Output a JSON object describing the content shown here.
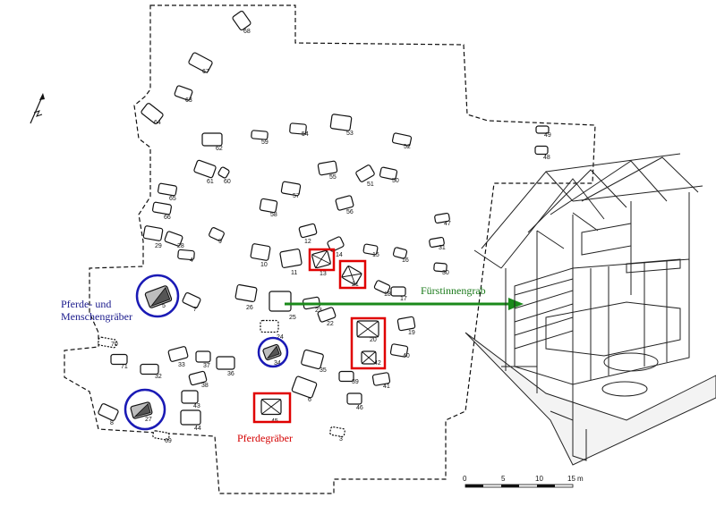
{
  "labels": {
    "horse_human": [
      "Pferde- und",
      "Menschengräber"
    ],
    "horse": "Pferdegräber",
    "princess": "Fürstinnengrab"
  },
  "scale": {
    "ticks": [
      "0",
      "5",
      "10",
      "15"
    ],
    "unit": "m"
  },
  "colors": {
    "blue": "#1a1a8c",
    "red": "#d40000",
    "green": "#1a7a1a"
  },
  "graves": [
    {
      "n": "68"
    },
    {
      "n": "67"
    },
    {
      "n": "63"
    },
    {
      "n": "64"
    },
    {
      "n": "62"
    },
    {
      "n": "59"
    },
    {
      "n": "54"
    },
    {
      "n": "53"
    },
    {
      "n": "52"
    },
    {
      "n": "49"
    },
    {
      "n": "48"
    },
    {
      "n": "61"
    },
    {
      "n": "60"
    },
    {
      "n": "55"
    },
    {
      "n": "51"
    },
    {
      "n": "50"
    },
    {
      "n": "65"
    },
    {
      "n": "57"
    },
    {
      "n": "56"
    },
    {
      "n": "58"
    },
    {
      "n": "66"
    },
    {
      "n": "47"
    },
    {
      "n": "29"
    },
    {
      "n": "28"
    },
    {
      "n": "9"
    },
    {
      "n": "12"
    },
    {
      "n": "14"
    },
    {
      "n": "31"
    },
    {
      "n": "4"
    },
    {
      "n": "10"
    },
    {
      "n": "11"
    },
    {
      "n": "13"
    },
    {
      "n": "21"
    },
    {
      "n": "15"
    },
    {
      "n": "16"
    },
    {
      "n": "30"
    },
    {
      "n": "18"
    },
    {
      "n": "17"
    },
    {
      "n": "5"
    },
    {
      "n": "7"
    },
    {
      "n": "26"
    },
    {
      "n": "25"
    },
    {
      "n": "23"
    },
    {
      "n": "22"
    },
    {
      "n": "20"
    },
    {
      "n": "19"
    },
    {
      "n": "24"
    },
    {
      "n": "70"
    },
    {
      "n": "71"
    },
    {
      "n": "33"
    },
    {
      "n": "37"
    },
    {
      "n": "36"
    },
    {
      "n": "34"
    },
    {
      "n": "35"
    },
    {
      "n": "42"
    },
    {
      "n": "40"
    },
    {
      "n": "32"
    },
    {
      "n": "38"
    },
    {
      "n": "39"
    },
    {
      "n": "41"
    },
    {
      "n": "6"
    },
    {
      "n": "43"
    },
    {
      "n": "46"
    },
    {
      "n": "8"
    },
    {
      "n": "27"
    },
    {
      "n": "44"
    },
    {
      "n": "45"
    },
    {
      "n": "69"
    },
    {
      "n": "3"
    }
  ]
}
